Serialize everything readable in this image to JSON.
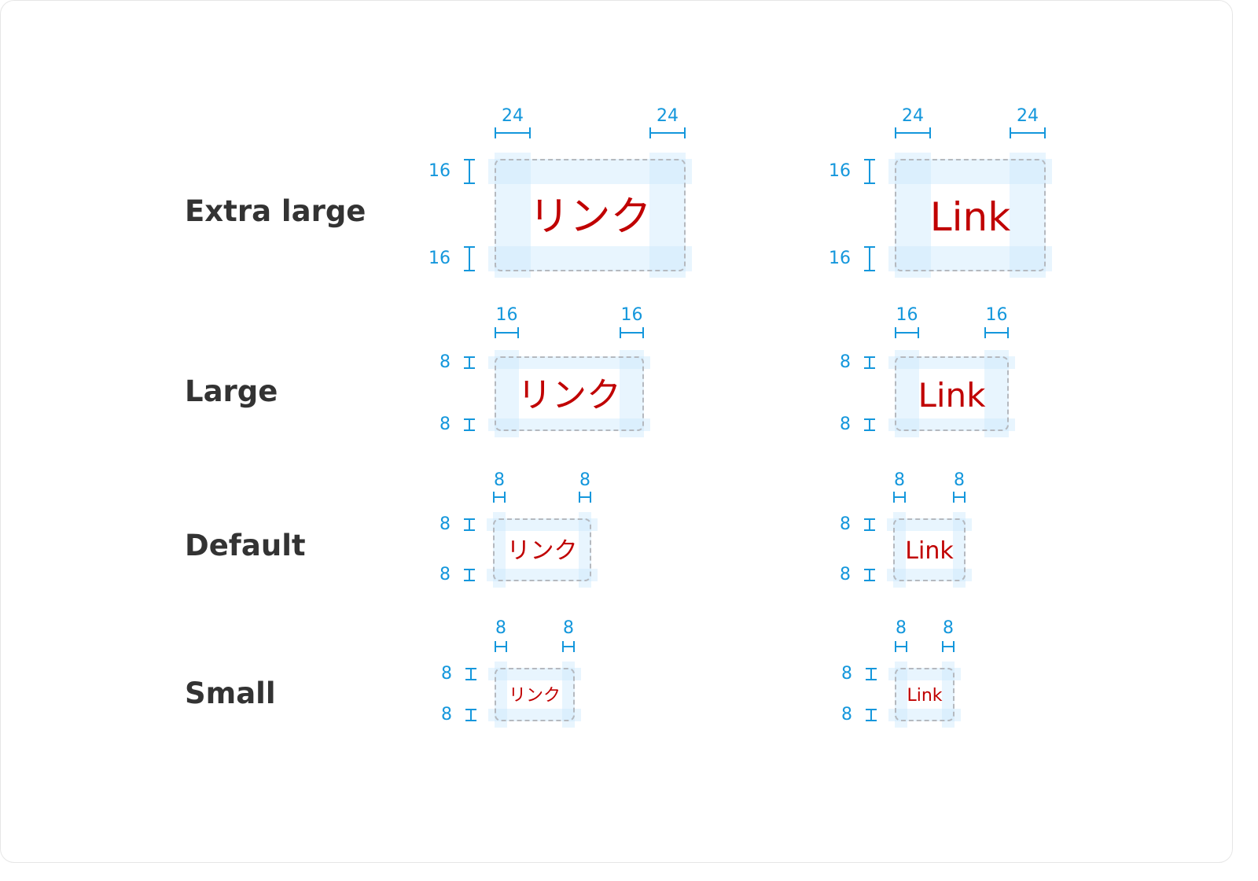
{
  "rows": [
    {
      "label": "Extra large",
      "h_pad": "24",
      "v_pad": "16",
      "jp_text": "リンク",
      "en_text": "Link"
    },
    {
      "label": "Large",
      "h_pad": "16",
      "v_pad": "8",
      "jp_text": "リンク",
      "en_text": "Link"
    },
    {
      "label": "Default",
      "h_pad": "8",
      "v_pad": "8",
      "jp_text": "リンク",
      "en_text": "Link"
    },
    {
      "label": "Small",
      "h_pad": "8",
      "v_pad": "8",
      "jp_text": "リンク",
      "en_text": "Link"
    }
  ],
  "colors": {
    "label": "#333333",
    "link_text": "#c00000",
    "dimension": "#1497dc",
    "padding_fill": "#cde8fc",
    "outline": "#b5b9bf"
  }
}
